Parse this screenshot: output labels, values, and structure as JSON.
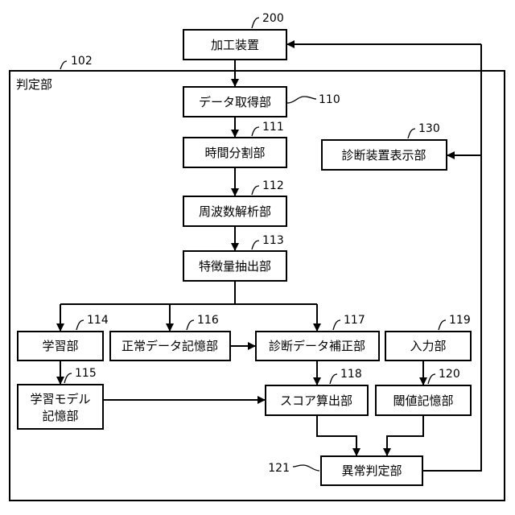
{
  "frame": {
    "title": "判定部",
    "ref": "102"
  },
  "nodes": {
    "processing_device": {
      "label": "加工装置",
      "ref": "200"
    },
    "data_acquisition": {
      "label": "データ取得部",
      "ref": "110"
    },
    "time_division": {
      "label": "時間分割部",
      "ref": "111"
    },
    "frequency_analysis": {
      "label": "周波数解析部",
      "ref": "112"
    },
    "feature_extraction": {
      "label": "特徴量抽出部",
      "ref": "113"
    },
    "learning": {
      "label": "学習部",
      "ref": "114"
    },
    "learning_model": {
      "line1": "学習モデル",
      "line2": "記憶部",
      "ref": "115"
    },
    "normal_data": {
      "label": "正常データ記憶部",
      "ref": "116"
    },
    "diagnosis_correction": {
      "label": "診断データ補正部",
      "ref": "117"
    },
    "score_calc": {
      "label": "スコア算出部",
      "ref": "118"
    },
    "input": {
      "label": "入力部",
      "ref": "119"
    },
    "threshold_storage": {
      "label": "閾値記憶部",
      "ref": "120"
    },
    "abnormality": {
      "label": "異常判定部",
      "ref": "121"
    },
    "display": {
      "label": "診断装置表示部",
      "ref": "130"
    }
  }
}
